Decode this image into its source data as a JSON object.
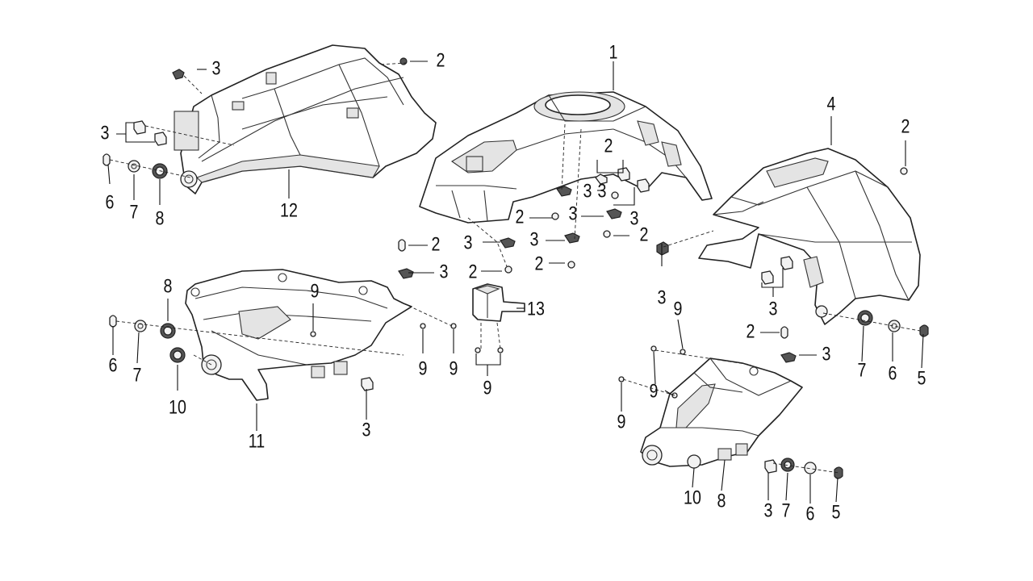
{
  "callouts": [
    {
      "id": "c1",
      "text": "1"
    },
    {
      "id": "c2",
      "text": "2"
    },
    {
      "id": "c3",
      "text": "3"
    },
    {
      "id": "c4",
      "text": "3"
    },
    {
      "id": "c5",
      "text": "6"
    },
    {
      "id": "c6",
      "text": "7"
    },
    {
      "id": "c7",
      "text": "8"
    },
    {
      "id": "c8",
      "text": "12"
    },
    {
      "id": "c9",
      "text": "4"
    },
    {
      "id": "c10",
      "text": "2"
    },
    {
      "id": "c11",
      "text": "2"
    },
    {
      "id": "c12",
      "text": "3"
    },
    {
      "id": "c13",
      "text": "3"
    },
    {
      "id": "c14",
      "text": "2"
    },
    {
      "id": "c15",
      "text": "3"
    },
    {
      "id": "c16",
      "text": "3"
    },
    {
      "id": "c17",
      "text": "2"
    },
    {
      "id": "c18",
      "text": "3"
    },
    {
      "id": "c19",
      "text": "2"
    },
    {
      "id": "c20",
      "text": "2"
    },
    {
      "id": "c21",
      "text": "3"
    },
    {
      "id": "c22",
      "text": "2"
    },
    {
      "id": "c23",
      "text": "2"
    },
    {
      "id": "c24",
      "text": "3"
    },
    {
      "id": "c25",
      "text": "13"
    },
    {
      "id": "c26",
      "text": "9"
    },
    {
      "id": "c27",
      "text": "8"
    },
    {
      "id": "c28",
      "text": "9"
    },
    {
      "id": "c29",
      "text": "6"
    },
    {
      "id": "c30",
      "text": "7"
    },
    {
      "id": "c31",
      "text": "10"
    },
    {
      "id": "c32",
      "text": "11"
    },
    {
      "id": "c33",
      "text": "3"
    },
    {
      "id": "c34",
      "text": "9"
    },
    {
      "id": "c35",
      "text": "9"
    },
    {
      "id": "c36",
      "text": "3"
    },
    {
      "id": "c37",
      "text": "3"
    },
    {
      "id": "c38",
      "text": "7"
    },
    {
      "id": "c39",
      "text": "6"
    },
    {
      "id": "c40",
      "text": "5"
    },
    {
      "id": "c41",
      "text": "9"
    },
    {
      "id": "c42",
      "text": "2"
    },
    {
      "id": "c43",
      "text": "3"
    },
    {
      "id": "c44",
      "text": "9"
    },
    {
      "id": "c45",
      "text": "9"
    },
    {
      "id": "c46",
      "text": "10"
    },
    {
      "id": "c47",
      "text": "8"
    },
    {
      "id": "c48",
      "text": "3"
    },
    {
      "id": "c49",
      "text": "7"
    },
    {
      "id": "c50",
      "text": "6"
    },
    {
      "id": "c51",
      "text": "5"
    }
  ]
}
